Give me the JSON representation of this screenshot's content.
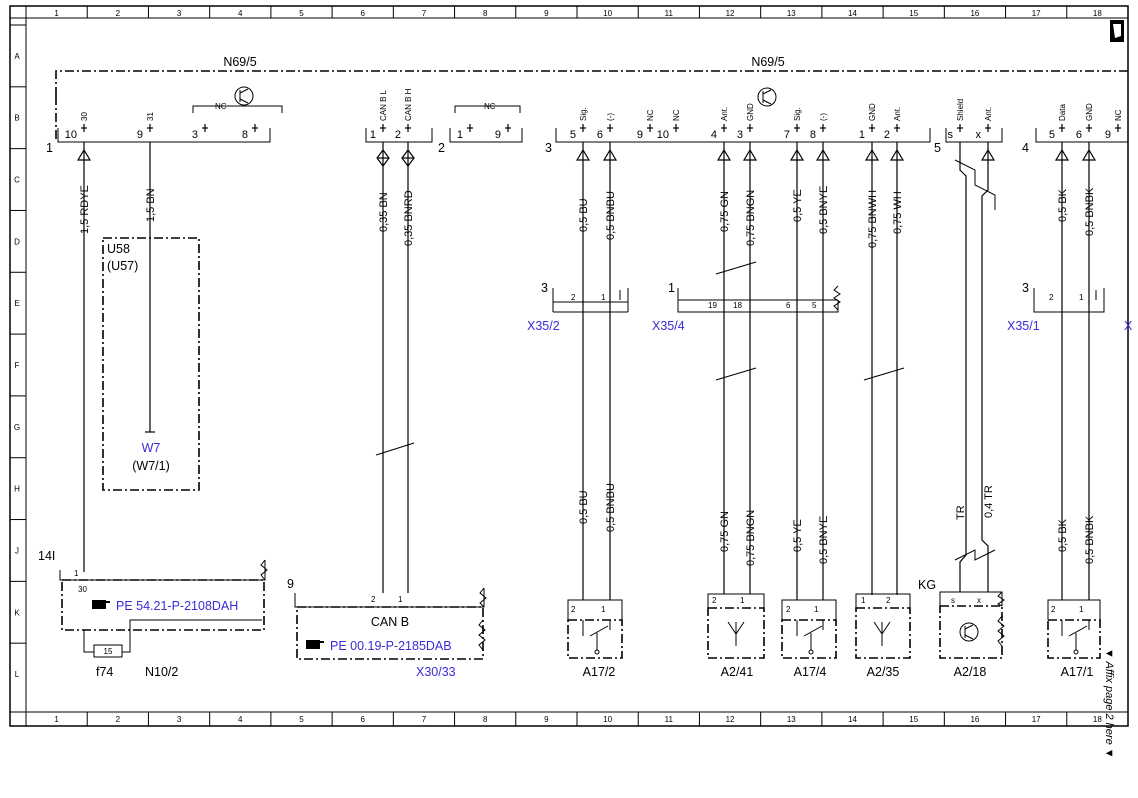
{
  "frame": {
    "columns": [
      "1",
      "2",
      "3",
      "4",
      "5",
      "6",
      "7",
      "8",
      "9",
      "10",
      "11",
      "12",
      "13",
      "14",
      "15",
      "16",
      "17",
      "18"
    ],
    "rows": [
      "A",
      "B",
      "C",
      "D",
      "E",
      "F",
      "G",
      "H",
      "J",
      "K",
      "L"
    ],
    "side_note": "▼ Affix page 2 here ▼"
  },
  "module": {
    "left_label": "N69/5",
    "right_label": "N69/5",
    "nc": "NC",
    "group_numbers": [
      "1",
      "2",
      "3",
      "5",
      "4"
    ],
    "pins": [
      {
        "label": "30",
        "num": "10"
      },
      {
        "label": "31",
        "num": "9"
      },
      {
        "label": "",
        "num": "3"
      },
      {
        "label": "",
        "num": "8"
      },
      {
        "label": "CAN B L",
        "num": "1"
      },
      {
        "label": "CAN B H",
        "num": "2"
      },
      {
        "label": "",
        "num": "1"
      },
      {
        "label": "",
        "num": "9"
      },
      {
        "label": "Sig.",
        "num": "5"
      },
      {
        "label": "(-)",
        "num": "6"
      },
      {
        "label": "NC",
        "num": "9"
      },
      {
        "label": "NC",
        "num": "10"
      },
      {
        "label": "Ant.",
        "num": "4"
      },
      {
        "label": "GND",
        "num": "3"
      },
      {
        "label": "Sig.",
        "num": "7"
      },
      {
        "label": "(-)",
        "num": "8"
      },
      {
        "label": "GND",
        "num": "1"
      },
      {
        "label": "Ant.",
        "num": "2"
      },
      {
        "label": "Shield",
        "num": "s"
      },
      {
        "label": "Ant.",
        "num": "x"
      },
      {
        "label": "Data",
        "num": "5"
      },
      {
        "label": "GND",
        "num": "6"
      },
      {
        "label": "NC",
        "num": "9"
      }
    ]
  },
  "wires": {
    "upper": [
      "1,5 RDYE",
      "1,5 BN",
      "0,35 BN",
      "0,35 BNRD",
      "0,5 BU",
      "0,5 BNBU",
      "0,75 GN",
      "0,75 BNGN",
      "0,5 YE",
      "0,5 BNYE",
      "0,75 BNWH",
      "0,75 WH",
      "0,5 BK",
      "0,5 BNBK"
    ],
    "lower": [
      "0,5 BU",
      "0,5 BNBU",
      "0,75 GN",
      "0,75 BNGN",
      "0,5 YE",
      "0,5 BNYE",
      "TR",
      "0,4 TR",
      "0,5 BK",
      "0,5 BNBK"
    ]
  },
  "connectors": {
    "x35_2": {
      "label": "X35/2",
      "group": "3",
      "pins": [
        "2",
        "1"
      ]
    },
    "x35_4": {
      "label": "X35/4",
      "group": "1",
      "pins": [
        "19",
        "18",
        "6",
        "5"
      ]
    },
    "x35_1": {
      "label": "X35/1",
      "group": "3",
      "pins": [
        "2",
        "1"
      ]
    },
    "x35_cut": "X"
  },
  "components": {
    "u58": {
      "label": "U58",
      "sub": "(U57)"
    },
    "w7": {
      "label": "W7",
      "sub": "(W7/1)"
    },
    "n10_2": {
      "label": "N10/2",
      "group": "14I",
      "ref": "PE 54.21-P-2108DAH",
      "pins": [
        "1",
        "30"
      ]
    },
    "f74": {
      "label": "f74",
      "fuse": "15"
    },
    "x30_33": {
      "label": "X30/33",
      "group": "9",
      "title": "CAN B",
      "ref": "PE 00.19-P-2185DAB",
      "pins": [
        "2",
        "1"
      ]
    },
    "a17_2": {
      "label": "A17/2",
      "pins": [
        "2",
        "1"
      ]
    },
    "a2_41": {
      "label": "A2/41",
      "pins": [
        "2",
        "1"
      ]
    },
    "a17_4": {
      "label": "A17/4",
      "pins": [
        "2",
        "1"
      ]
    },
    "a2_35": {
      "label": "A2/35",
      "pins": [
        "1",
        "2"
      ]
    },
    "a2_18": {
      "label": "A2/18",
      "group": "KG",
      "pins": [
        "s",
        "x"
      ]
    },
    "a17_1": {
      "label": "A17/1",
      "pins": [
        "2",
        "1"
      ]
    }
  }
}
